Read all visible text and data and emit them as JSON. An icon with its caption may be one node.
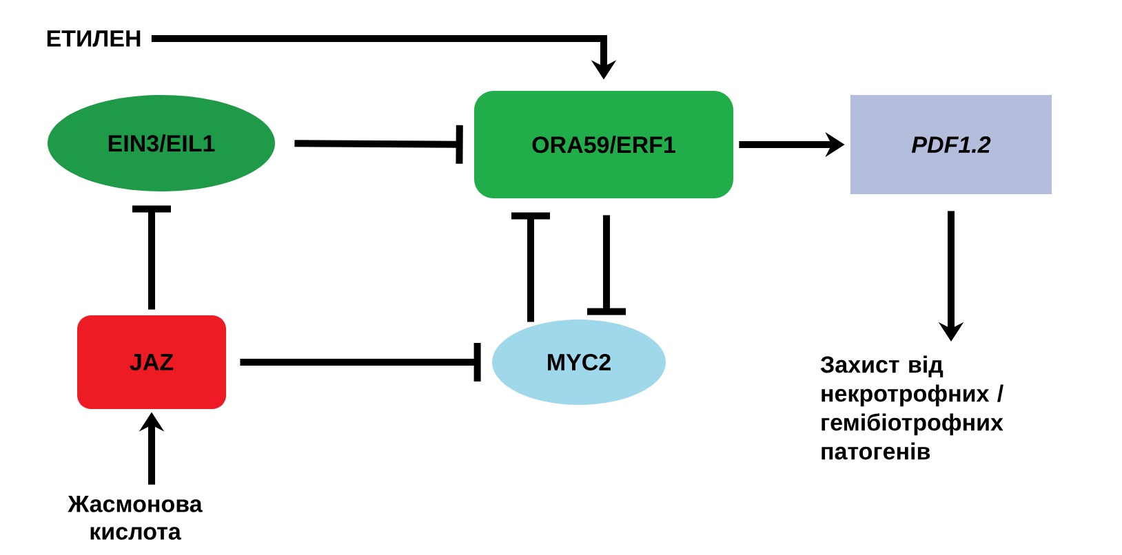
{
  "diagram": {
    "nodes": [
      {
        "text": [
          "ЕТИЛЕН"
        ]
      },
      {
        "text": [
          "EIN3/EIL1"
        ]
      },
      {
        "text": [
          "ORA59/ERF1"
        ]
      },
      {
        "text": [
          "PDF1.2"
        ]
      },
      {
        "text": [
          "JAZ"
        ]
      },
      {
        "text": [
          "MYC2"
        ]
      },
      {
        "text": [
          "Жасмонова кислота"
        ]
      },
      {
        "text": [
          "Захист від некротрофних / гемібіотрофних патогенів"
        ]
      }
    ],
    "edges": [
      {
        "from": 0,
        "to": 2,
        "arrow": "to"
      },
      {
        "from": 1,
        "to": 2,
        "arrow": "other"
      },
      {
        "from": 2,
        "to": 3,
        "arrow": "to"
      },
      {
        "from": 4,
        "to": 1,
        "arrow": "other"
      },
      {
        "from": 4,
        "to": 5,
        "arrow": "other"
      },
      {
        "from": 5,
        "to": 2,
        "arrow": "other"
      },
      {
        "from": 2,
        "to": 5,
        "arrow": "other"
      },
      {
        "from": 6,
        "to": 4,
        "arrow": "to"
      },
      {
        "from": 3,
        "to": 7,
        "arrow": "to"
      }
    ]
  }
}
